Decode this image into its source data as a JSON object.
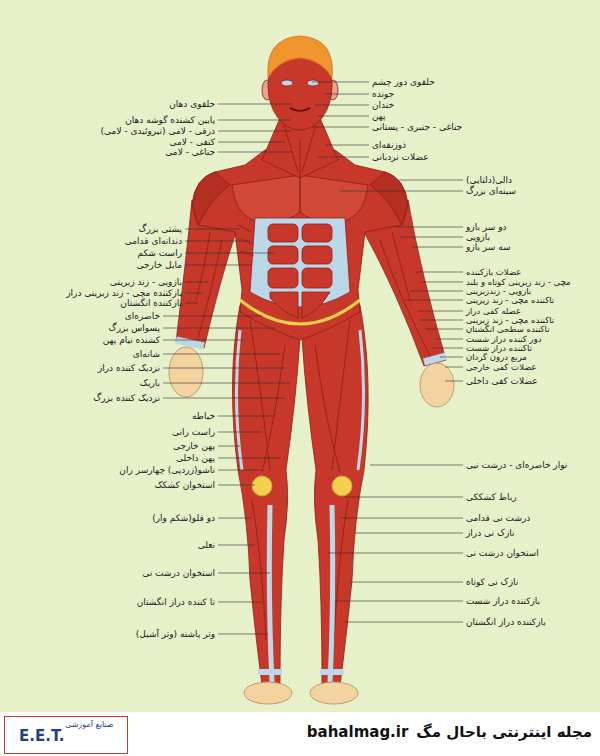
{
  "diagram": {
    "labels": [
      "حلقوی دهان",
      "پایین کشنده گوشه دهان",
      "درقی - لامی (تیروئیدی - لامی)",
      "کتفی - لامی",
      "جناغی - لامی",
      "پشتی بزرگ",
      "دندانه‌ای قدامی",
      "راست شکم",
      "مایل خارجی",
      "بازویی - زند زبرینی",
      "بازکننده مچی - زند زبرینی دراز",
      "بازکننده انگشتان",
      "خاصره‌ای",
      "پسواس بزرگ",
      "کشنده نیام پهن",
      "شانه‌ای",
      "نزدیک کننده دراز",
      "باریک",
      "نزدیک کننده بزرگ",
      "خیاطه",
      "راست رانی",
      "پهن خارجی",
      "پهن داخلی",
      "ناشو(زردپی) چهارسر ران",
      "استخوان کشکک",
      "دو قلو(شکم وار)",
      "نعلی",
      "استخوان درشت نی",
      "تا کننده دراز انگشتان",
      "وتر پاشنه (وتر آشیل)",
      "حلقوی دور چشم",
      "جونده",
      "خندان",
      "پهن",
      "جناغی - جنبری - پستانی",
      "ذوزنقه‌ای",
      "عضلات نردبانی",
      "دالی(دلتایی)",
      "سینه‌ای بزرگ",
      "دو سر بازو",
      "بازویی",
      "سه سر بازو",
      "عضلات بازکننده",
      "مچی - زند زبرینی کوتاه و بلند",
      "بازویی - زندزبرینی",
      "تاکننده مچی - زند زیرینی",
      "عضله کفی دراز",
      "تاکننده مچی - زند زبرینی",
      "تاکننده سطحی انگشتان",
      "دور کننده دراز شست",
      "تاکننده دراز شست",
      "مربع درون گردان",
      "عضلات کفی خارجی",
      "عضلات کفی داخلی",
      "نوار خاصره‌ای - درشت نیی",
      "رباط کشککی",
      "درشت نی قدامی",
      "نازک نی دراز",
      "استخوان درشت نی",
      "نازک نی کوتاه",
      "بازکننده دراز شست",
      "بازکننده دراز انگشتان",
      "مجله اینترنتی باحال مگ",
      "bahalmag.ir",
      "E.E.T.",
      "صنایع آموزشی"
    ]
  }
}
